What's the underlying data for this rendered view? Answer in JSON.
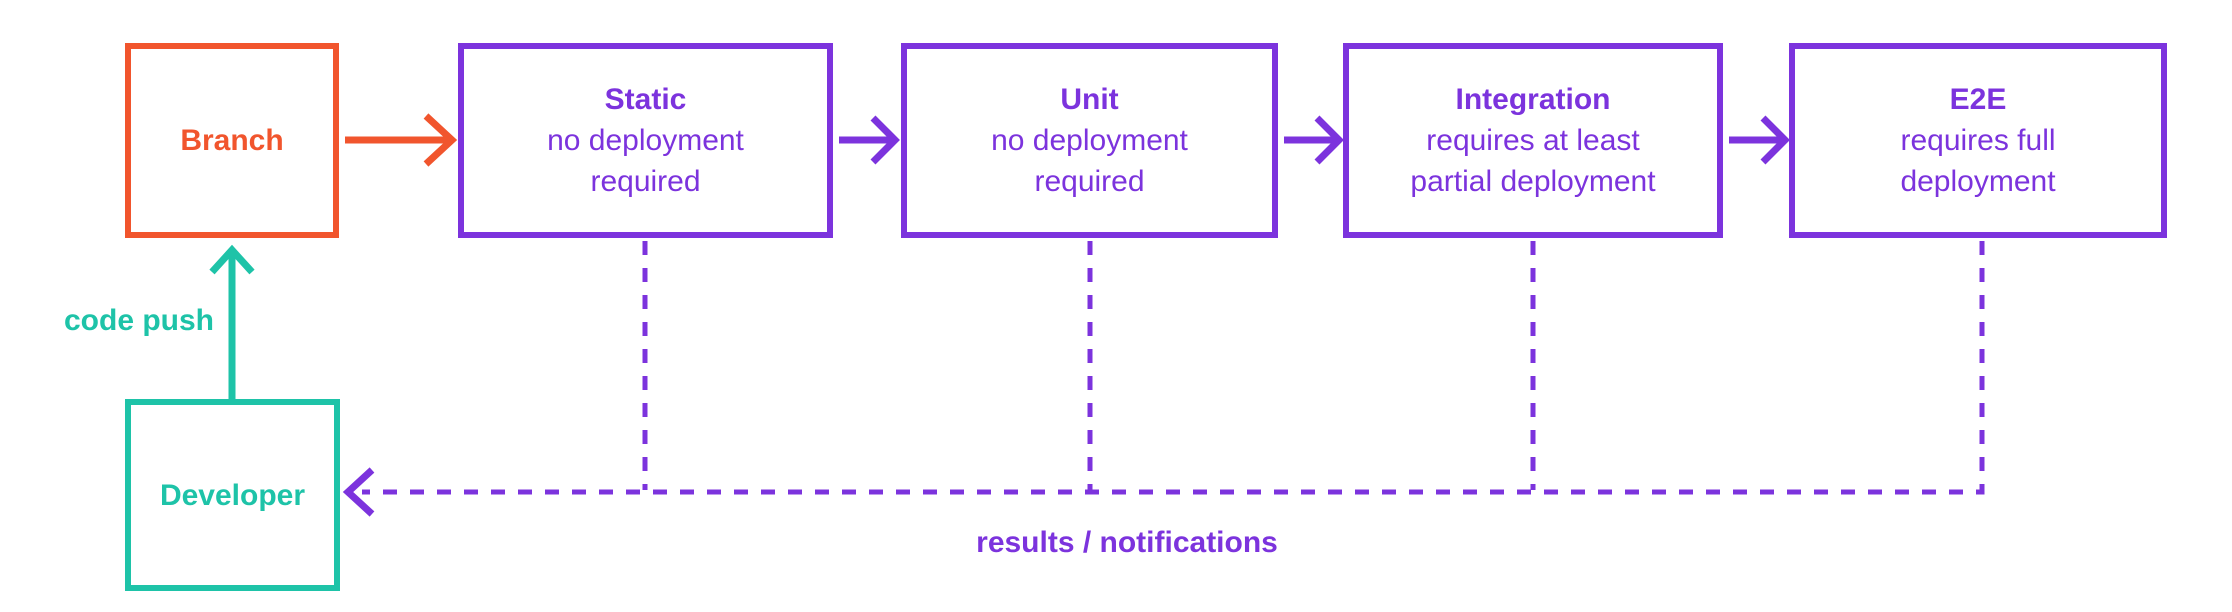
{
  "diagram": {
    "nodes": {
      "branch": {
        "title": "Branch"
      },
      "static": {
        "title": "Static",
        "line1": "no deployment",
        "line2": "required"
      },
      "unit": {
        "title": "Unit",
        "line1": "no deployment",
        "line2": "required"
      },
      "integration": {
        "title": "Integration",
        "line1": "requires at least",
        "line2": "partial deployment"
      },
      "e2e": {
        "title": "E2E",
        "line1": "requires full",
        "line2": "deployment"
      },
      "developer": {
        "title": "Developer"
      }
    },
    "edge_labels": {
      "code_push": "code push",
      "results": "results / notifications"
    },
    "colors": {
      "orange": "#F1552D",
      "purple": "#7C33DD",
      "teal": "#1EC3A8",
      "background": "#FFFFFF"
    }
  }
}
